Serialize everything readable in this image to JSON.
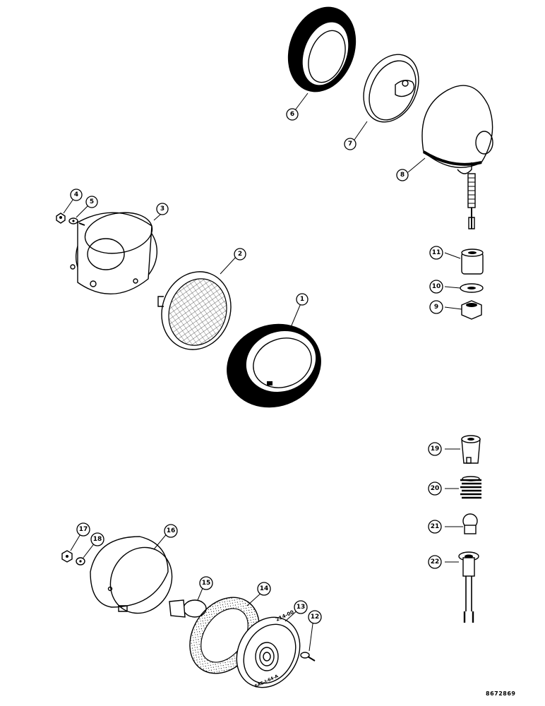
{
  "reference_code": "8672869",
  "lens_text_top": "214-00",
  "lens_text_bottom": "SAE-I-64-A",
  "callouts": [
    {
      "id": "1",
      "label": "1"
    },
    {
      "id": "2",
      "label": "2"
    },
    {
      "id": "3",
      "label": "3"
    },
    {
      "id": "4",
      "label": "4"
    },
    {
      "id": "5",
      "label": "5"
    },
    {
      "id": "6",
      "label": "6"
    },
    {
      "id": "7",
      "label": "7"
    },
    {
      "id": "8",
      "label": "8"
    },
    {
      "id": "9",
      "label": "9"
    },
    {
      "id": "10",
      "label": "10"
    },
    {
      "id": "11",
      "label": "11"
    },
    {
      "id": "12",
      "label": "12"
    },
    {
      "id": "13",
      "label": "13"
    },
    {
      "id": "14",
      "label": "14"
    },
    {
      "id": "15",
      "label": "15"
    },
    {
      "id": "16",
      "label": "16"
    },
    {
      "id": "17",
      "label": "17"
    },
    {
      "id": "18",
      "label": "18"
    },
    {
      "id": "19",
      "label": "19"
    },
    {
      "id": "20",
      "label": "20"
    },
    {
      "id": "21",
      "label": "21"
    },
    {
      "id": "22",
      "label": "22"
    }
  ]
}
